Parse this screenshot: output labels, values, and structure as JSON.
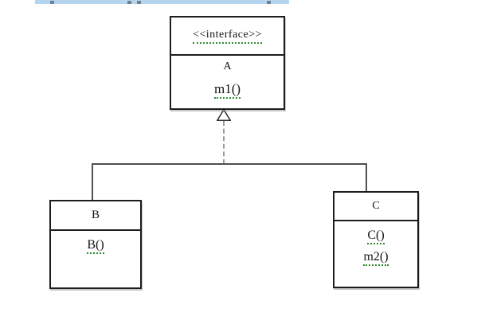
{
  "diagram": {
    "interface": {
      "stereotype": "<<interface>>",
      "name": "A",
      "methods": [
        "m1()"
      ]
    },
    "class_b": {
      "name": "B",
      "methods": [
        "B()"
      ]
    },
    "class_c": {
      "name": "C",
      "methods": [
        "C()",
        "m2()"
      ]
    },
    "relationship": "realization"
  },
  "colors": {
    "box_border": "#1d1d1d",
    "connector": "#4f4f4f",
    "dashed": "#9a9a9a",
    "spellcheck_underline": "#2e8b2e",
    "highlight_strip": "#b5d4f0"
  }
}
